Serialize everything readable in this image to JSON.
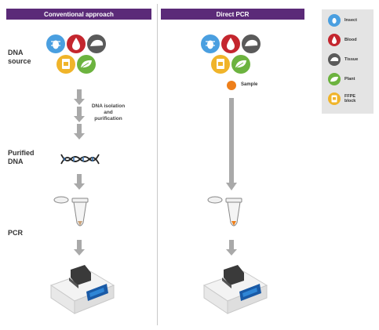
{
  "headers": {
    "conventional": "Conventional approach",
    "direct": "Direct PCR"
  },
  "row_labels": {
    "dna_source": "DNA\nsource",
    "purified_dna": "Purified\nDNA",
    "pcr": "PCR"
  },
  "steps": {
    "isolation": "DNA isolation\nand\npurification"
  },
  "sample_label": "Sample",
  "legend": [
    {
      "label": "Insect",
      "icon": "insect-icon",
      "color": "#4a9fe0"
    },
    {
      "label": "Blood",
      "icon": "blood-icon",
      "color": "#c4262e"
    },
    {
      "label": "Tissue",
      "icon": "tissue-icon",
      "color": "#5a5a5a"
    },
    {
      "label": "Plant",
      "icon": "plant-icon",
      "color": "#6cb33f"
    },
    {
      "label": "FFPE\nblock",
      "icon": "ffpe-block-icon",
      "color": "#f0b42a"
    }
  ],
  "colors": {
    "header": "#5b2a78",
    "arrow": "#a9a9a9",
    "sample": "#ee7f1a",
    "helix": "#2f6fb3",
    "screen": "#1a5aa6"
  }
}
